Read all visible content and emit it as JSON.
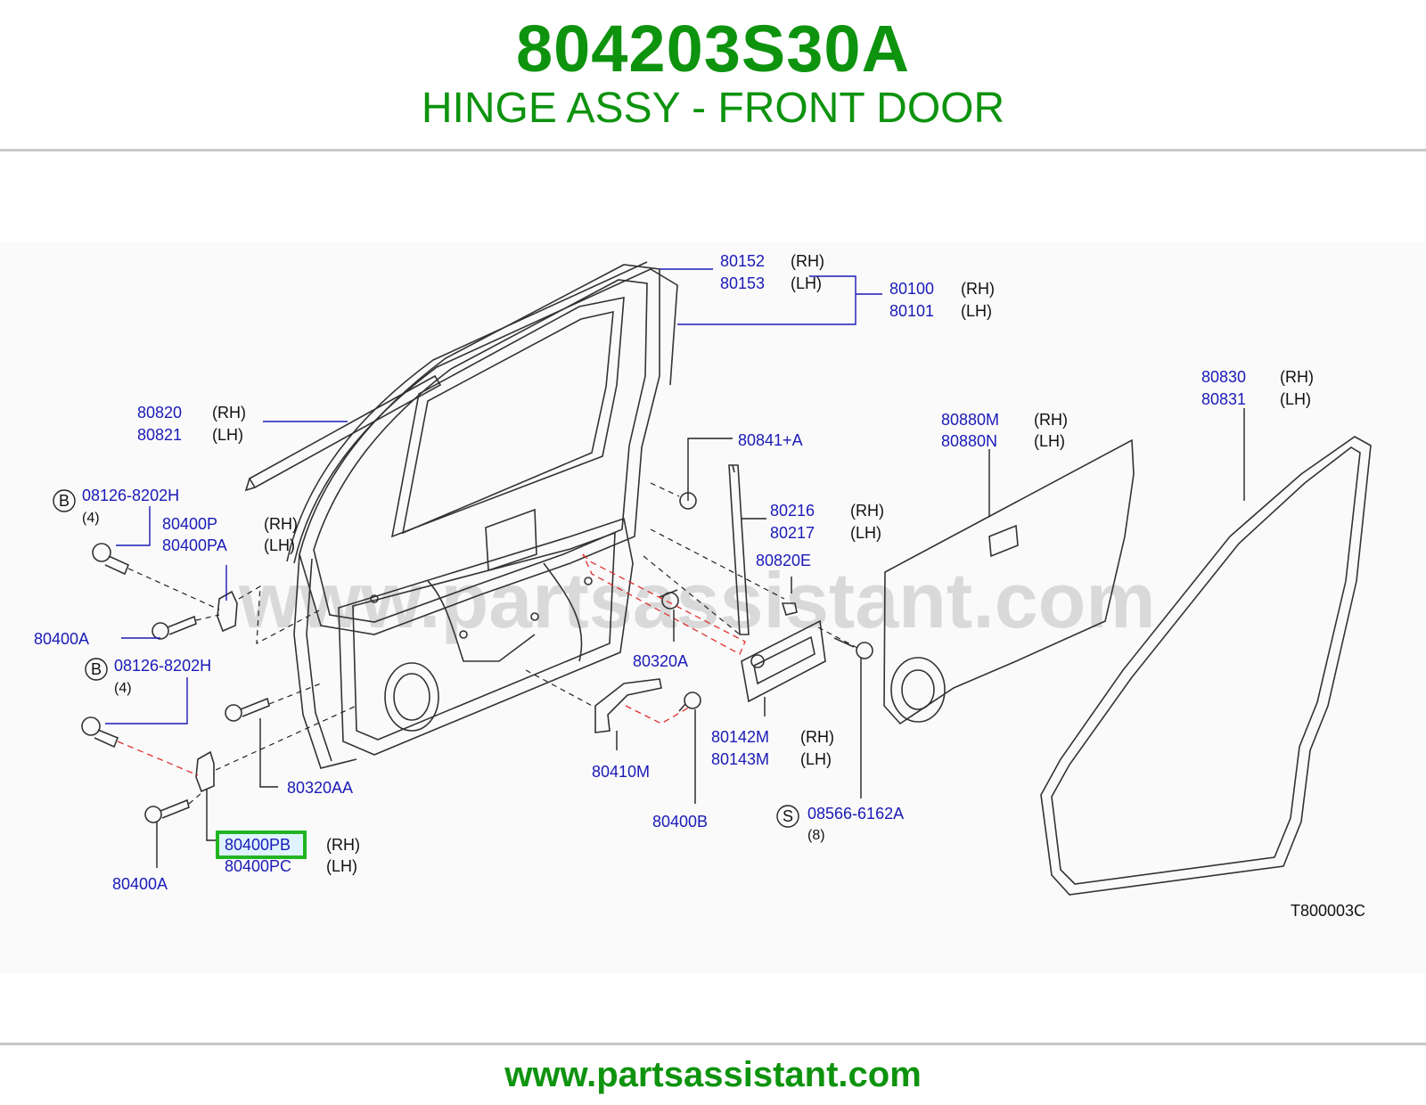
{
  "header": {
    "part_number": "804203S30A",
    "part_name": "HINGE ASSY - FRONT DOOR"
  },
  "diagram": {
    "watermark": "www.partsassistant.com",
    "figure_code": "T800003C",
    "callouts": {
      "c80152": "80152",
      "c80153": "80153",
      "c80100": "80100",
      "c80101": "80101",
      "c80820": "80820",
      "c80821": "80821",
      "c08126a": "08126-8202H",
      "c08126a_qty": "(4)",
      "c08126a_marker": "B",
      "c80400p": "80400P",
      "c80400pa": "80400PA",
      "c80400a_1": "80400A",
      "c08126b": "08126-8202H",
      "c08126b_qty": "(4)",
      "c08126b_marker": "B",
      "c80320aa": "80320AA",
      "c80400pb": "80400PB",
      "c80400pc": "80400PC",
      "c80400a_2": "80400A",
      "c80841a": "80841+A",
      "c80216": "80216",
      "c80217": "80217",
      "c80820e": "80820E",
      "c80320a": "80320A",
      "c80410m": "80410M",
      "c80400b": "80400B",
      "c80142m": "80142M",
      "c80143m": "80143M",
      "c08566": "08566-6162A",
      "c08566_qty": "(8)",
      "c08566_marker": "S",
      "c80880m": "80880M",
      "c80880n": "80880N",
      "c80830": "80830",
      "c80831": "80831"
    },
    "sides": {
      "rh": "(RH)",
      "lh": "(LH)"
    },
    "highlighted_part": "80400PB",
    "highlight_color": "#22b522"
  },
  "footer": {
    "url": "www.partsassistant.com"
  },
  "colors": {
    "brand_green": "#0e930e",
    "callout_blue": "#1a1ab8",
    "divider": "#c8c8c8"
  }
}
